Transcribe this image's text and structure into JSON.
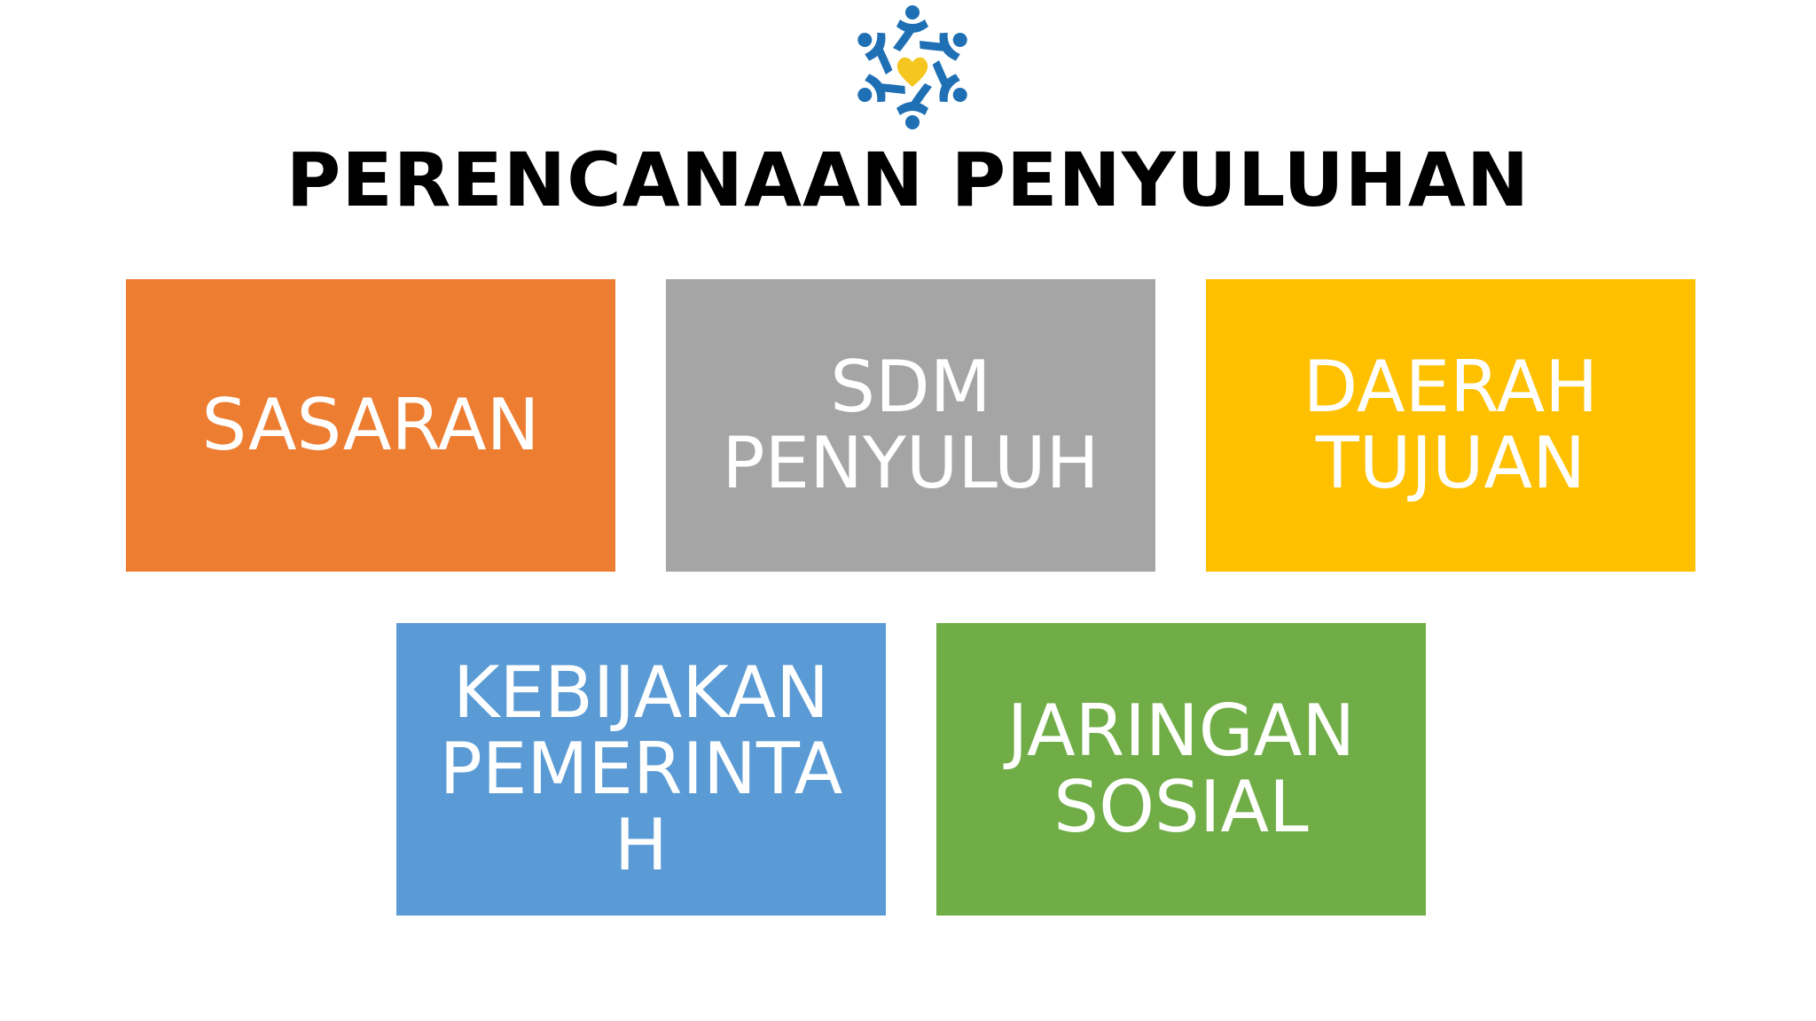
{
  "title": "PERENCANAAN PENYULUHAN",
  "logo": {
    "icon": "community-people-heart-logo",
    "colors": {
      "blue": "#1e6fb4",
      "heart": "#f5c61f"
    }
  },
  "boxes": [
    {
      "lines": [
        "SASARAN"
      ],
      "color": "#ed7d31"
    },
    {
      "lines": [
        "SDM",
        "PENYULUH"
      ],
      "color": "#a5a5a5"
    },
    {
      "lines": [
        "DAERAH",
        "TUJUAN"
      ],
      "color": "#ffc000"
    },
    {
      "lines": [
        "KEBIJAKAN",
        "PEMERINTAH"
      ],
      "color": "#5b9bd5"
    },
    {
      "lines": [
        "JARINGAN",
        "SOSIAL"
      ],
      "color": "#70ad47"
    }
  ]
}
